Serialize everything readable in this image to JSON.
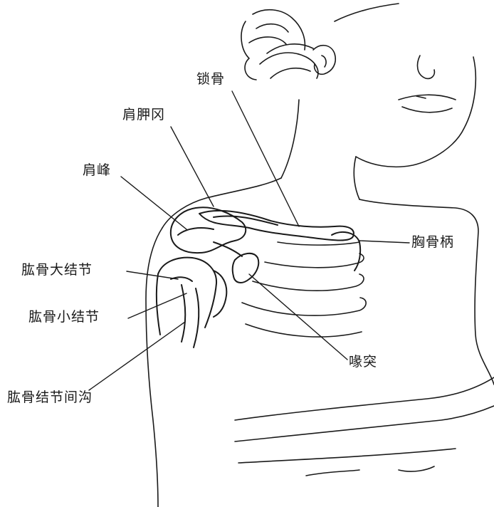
{
  "labels": {
    "clavicle": "锁骨",
    "suprascapular_notch": "肩胛冈",
    "acromion": "肩峰",
    "manubrium": "胸骨柄",
    "greater_tubercle": "肱骨大结节",
    "lesser_tubercle": "肱骨小结节",
    "coracoid": "喙突",
    "intertubercular_groove": "肱骨结节间沟"
  },
  "colors": {
    "ink": "#1a1a1a",
    "paper": "#ffffff"
  }
}
